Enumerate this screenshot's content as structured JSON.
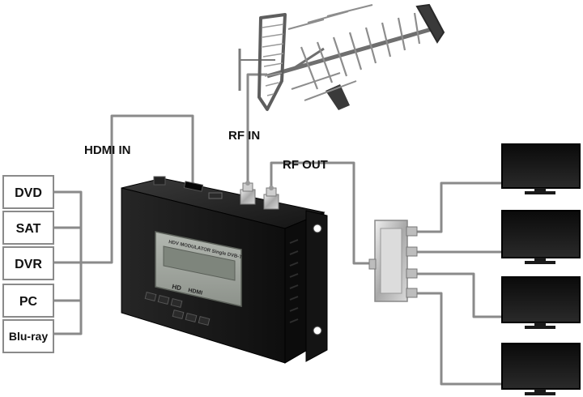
{
  "labels": {
    "hdmi_in": "HDMI IN",
    "rf_in": "RF IN",
    "rf_out": "RF OUT"
  },
  "sources": [
    "DVD",
    "SAT",
    "DVR",
    "PC",
    "Blu-ray"
  ],
  "device": {
    "lcd_header": "HDV MODULATOR Single DVB-T",
    "badge_hd": "HD",
    "badge_hdmi": "HDMI"
  },
  "tv_count": 4,
  "colors": {
    "wire": "#8a8a8a",
    "device_body": "#1b1b1b",
    "lcd": "#9ea39c",
    "splitter": "#c9c9c9",
    "antenna": "#7d7d7d"
  }
}
